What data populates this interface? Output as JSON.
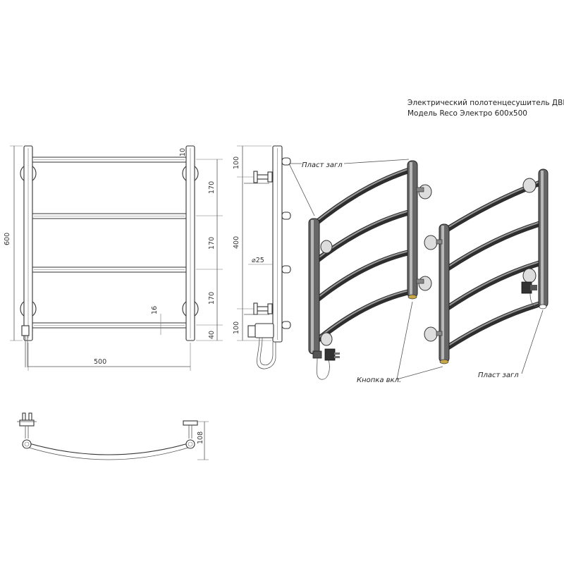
{
  "title": {
    "line1": "Электрический полотенцесушитель ДВИН",
    "line2": "Модель Reco Электро 600x500"
  },
  "front_view": {
    "height_label": "600",
    "width_label": "500",
    "top_gap_label": "10",
    "spacing_labels": [
      "170",
      "170",
      "170"
    ],
    "bottom_label": "40",
    "pipe_small_label": "16"
  },
  "side_view": {
    "top_label": "100",
    "mount_label": "400",
    "bottom_label": "100",
    "diameter_label": "⌀25"
  },
  "top_view": {
    "depth_label": "108"
  },
  "callouts": {
    "cap_top": "Пласт загл",
    "button": "Кнопка вкл.",
    "cap_right": "Пласт загл"
  }
}
